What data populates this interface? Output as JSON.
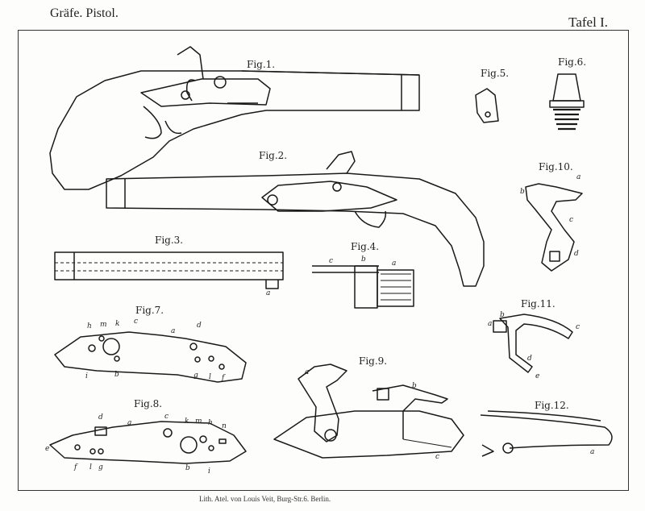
{
  "header": {
    "title": "Gräfe. Pistol.",
    "plate": "Tafel I."
  },
  "footer": {
    "imprint": "Lith. Atel. von Louis Veit, Burg-Str.6. Berlin."
  },
  "figures": {
    "fig1": "Fig.1.",
    "fig2": "Fig.2.",
    "fig3": "Fig.3.",
    "fig4": "Fig.4.",
    "fig5": "Fig.5.",
    "fig6": "Fig.6.",
    "fig7": "Fig.7.",
    "fig8": "Fig.8.",
    "fig9": "Fig.9.",
    "fig10": "Fig.10.",
    "fig11": "Fig.11.",
    "fig12": "Fig.12."
  },
  "letters": {
    "a": "a",
    "b": "b",
    "c": "c",
    "d": "d",
    "e": "e",
    "f": "f",
    "g": "g",
    "h": "h",
    "i": "i",
    "k": "k",
    "l": "l",
    "m": "m",
    "n": "n"
  }
}
